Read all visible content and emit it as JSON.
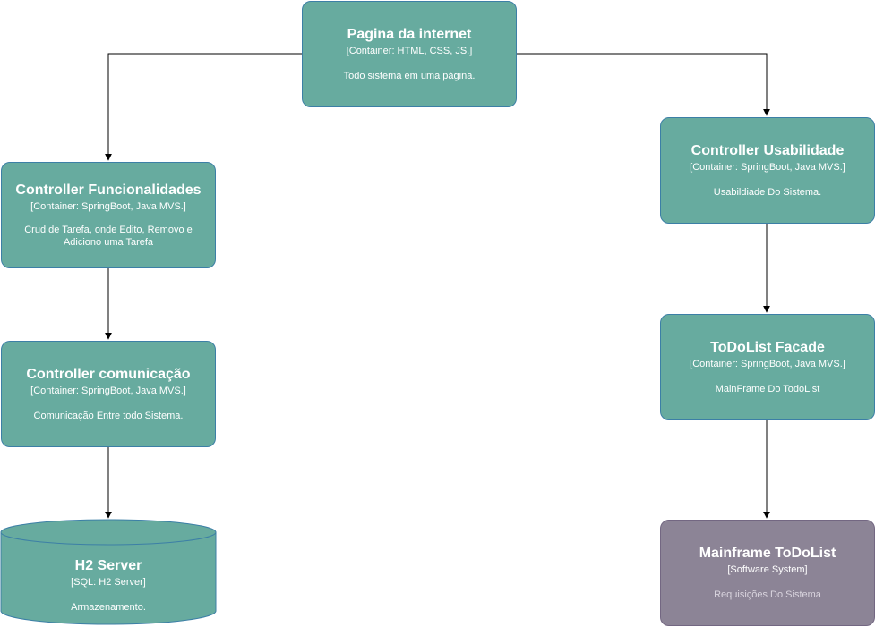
{
  "diagram": {
    "nodes": {
      "pagina": {
        "title": "Pagina da internet",
        "tech": "[Container: HTML, CSS, JS.]",
        "desc": "Todo sistema em uma página."
      },
      "func": {
        "title": "Controller Funcionalidades",
        "tech": "[Container: SpringBoot, Java MVS.]",
        "desc": "Crud de Tarefa, onde Edito, Removo e Adiciono uma Tarefa"
      },
      "usab": {
        "title": "Controller Usabilidade",
        "tech": "[Container: SpringBoot, Java MVS.]",
        "desc": "Usabildiade Do Sistema."
      },
      "comun": {
        "title": "Controller comunicação",
        "tech": "[Container: SpringBoot, Java MVS.]",
        "desc": "Comunicação Entre todo Sistema."
      },
      "facade": {
        "title": "ToDoList Facade",
        "tech": "[Container: SpringBoot, Java MVS.]",
        "desc": "MainFrame Do TodoList"
      },
      "h2": {
        "title": "H2 Server",
        "tech": "[SQL: H2 Server]",
        "desc": "Armazenamento."
      },
      "mainframe": {
        "title": "Mainframe ToDoList",
        "tech": "[Software System]",
        "desc": "Requisições Do Sistema"
      }
    },
    "edges": [
      {
        "from": "pagina",
        "to": "func"
      },
      {
        "from": "pagina",
        "to": "usab"
      },
      {
        "from": "func",
        "to": "comun"
      },
      {
        "from": "comun",
        "to": "h2"
      },
      {
        "from": "usab",
        "to": "facade"
      },
      {
        "from": "facade",
        "to": "mainframe"
      }
    ],
    "colors": {
      "container_fill": "#67ab9f",
      "container_border": "#3c7fa6",
      "system_fill": "#8c8496",
      "edge": "#000000"
    }
  }
}
